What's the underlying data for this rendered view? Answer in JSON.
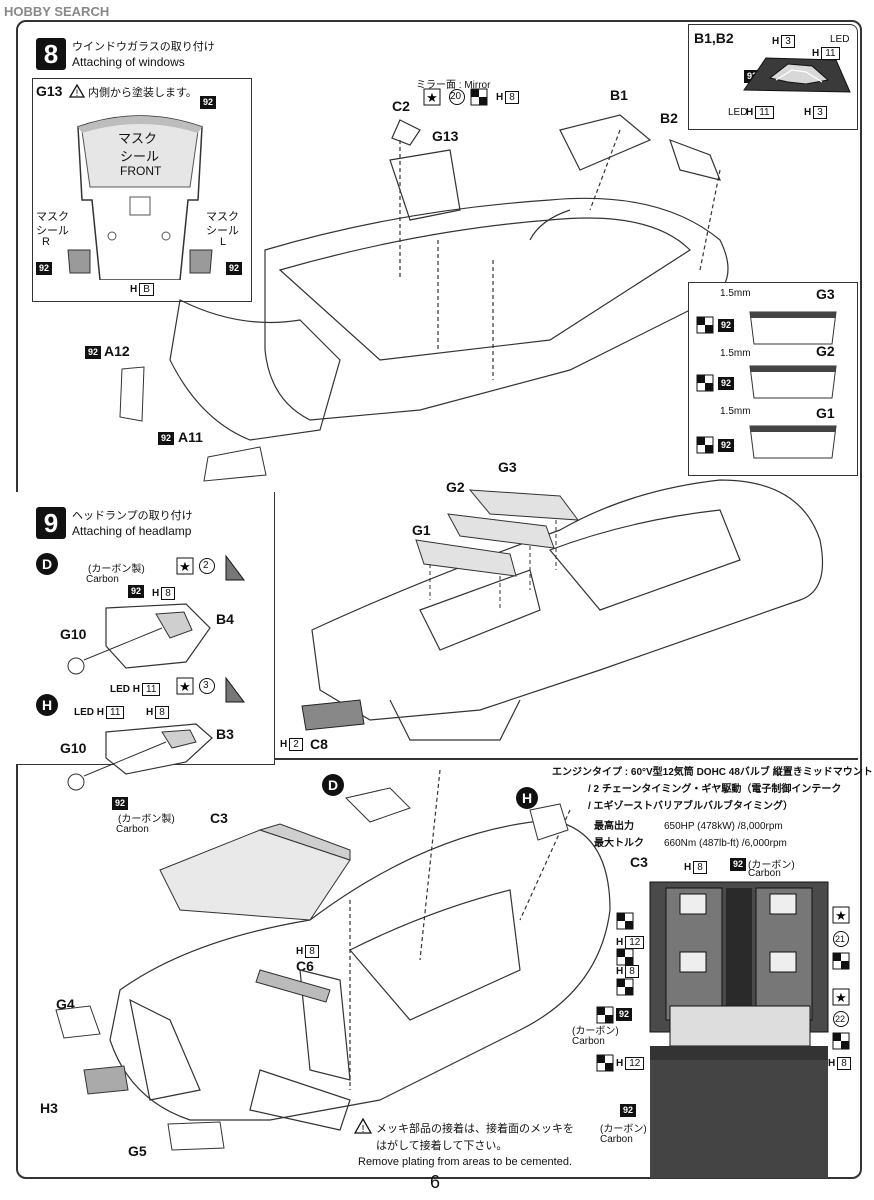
{
  "watermark": "HOBBY SEARCH",
  "page_number": "6",
  "step8": {
    "number": "8",
    "title_jp": "ウインドウガラスの取り付け",
    "title_en": "Attaching of windows",
    "inset": {
      "part": "G13",
      "warning": "内側から塗装します。",
      "paint_code": "92",
      "mask_center_l1": "マスク",
      "mask_center_l2": "シール",
      "mask_center_l3": "FRONT",
      "mask_r_l1": "マスク",
      "mask_r_l2": "シール",
      "mask_r_l3": "R",
      "mask_l_l1": "マスク",
      "mask_l_l2": "シール",
      "mask_l_l3": "L",
      "paint_left": "92",
      "paint_right": "92",
      "h_label": "H",
      "h_code": "B"
    },
    "mirror_note": "ミラー面 : Mirror",
    "mirror_num": "20",
    "mirror_h": "H",
    "mirror_h_code": "8",
    "parts": {
      "c2": "C2",
      "g13": "G13",
      "b1": "B1",
      "b2": "B2",
      "a12": "A12",
      "a11": "A11"
    },
    "a12_paint": "92",
    "a11_paint": "92",
    "b_inset": {
      "title": "B1,B2",
      "h_top": "H",
      "h_top_code": "3",
      "led_label": "LED",
      "h_right": "H",
      "h_right_code": "11",
      "paint": "92",
      "led_bottom": "LED",
      "h_bl": "H",
      "h_bl_code": "11",
      "h_br": "H",
      "h_br_code": "3"
    },
    "g_inset": [
      {
        "part": "G3",
        "dim": "1.5mm",
        "paint": "92"
      },
      {
        "part": "G2",
        "dim": "1.5mm",
        "paint": "92"
      },
      {
        "part": "G1",
        "dim": "1.5mm",
        "paint": "92"
      }
    ]
  },
  "step9": {
    "number": "9",
    "title_jp": "ヘッドランプの取り付け",
    "title_en": "Attaching of headlamp",
    "d": {
      "marker": "D",
      "carbon_jp": "(カーボン製)",
      "carbon_en": "Carbon",
      "paint": "92",
      "num": "2",
      "h_label": "H",
      "h_code": "8",
      "part_g": "G10",
      "part_b": "B4",
      "led_h": "LED H",
      "led_code": "11"
    },
    "h": {
      "marker": "H",
      "num": "3",
      "led_h": "LED H",
      "led_code": "11",
      "h_label": "H",
      "h_code": "8",
      "part_g": "G10",
      "part_b": "B3",
      "paint": "92",
      "carbon_jp": "(カーボン製)",
      "carbon_en": "Carbon"
    },
    "car_parts": {
      "g3": "G3",
      "g2": "G2",
      "g1": "G1"
    },
    "c8": {
      "h": "H",
      "code": "2",
      "part": "C8"
    }
  },
  "lower": {
    "markers": {
      "d": "D",
      "h": "H"
    },
    "parts": {
      "c3": "C3",
      "c6": "C6",
      "g4": "G4",
      "h3": "H3",
      "g5": "G5"
    },
    "c6_h": "H",
    "c6_code": "8",
    "note_jp_1": "メッキ部品の接着は、接着面のメッキを",
    "note_jp_2": "はがして接着して下さい。",
    "note_en": "Remove plating from areas to be cemented."
  },
  "specs": {
    "line1": "エンジンタイプ : 60°V型12気筒 DOHC 48バルブ 縦置きミッドマウント",
    "line2": "/ 2 チェーンタイミング・ギヤ駆動（電子制御インテーク",
    "line3": "/ エギゾーストバリアブルバルブタイミング）",
    "rows": [
      {
        "label": "最高出力",
        "value": "650HP (478kW) /8,000rpm"
      },
      {
        "label": "最大トルク",
        "value": "660Nm (487lb-ft) /6,000rpm"
      }
    ]
  },
  "engine": {
    "part": "C3",
    "h_top": "H",
    "h_top_code": "8",
    "paint_top": "92",
    "carbon_top_jp": "(カーボン)",
    "carbon_top_en": "Carbon",
    "h12a": "H",
    "h12a_code": "12",
    "h8a": "H",
    "h8a_code": "8",
    "paint_mid": "92",
    "carbon_mid_jp": "(カーボン)",
    "carbon_mid_en": "Carbon",
    "h12b": "H",
    "h12b_code": "12",
    "num21": "21",
    "num22": "22",
    "h8r": "H",
    "h8r_code": "8",
    "paint_bottom": "92",
    "carbon_bottom_jp": "(カーボン)",
    "carbon_bottom_en": "Carbon"
  }
}
